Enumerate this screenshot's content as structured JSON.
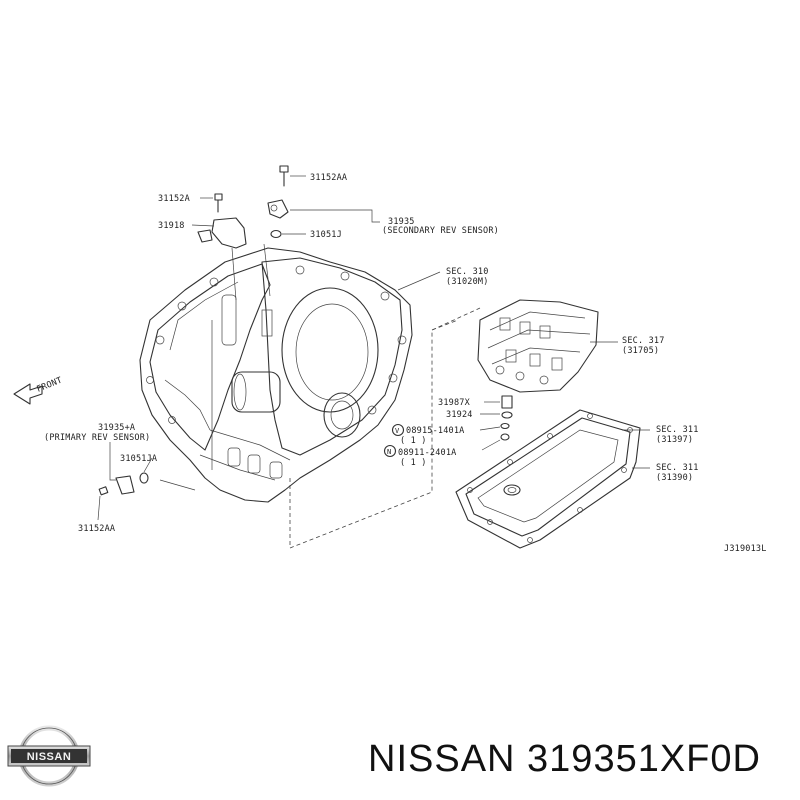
{
  "diagram": {
    "labels": {
      "l_31152AA_top": "31152AA",
      "l_31152A": "31152A",
      "l_31918": "31918",
      "l_31935": "31935",
      "l_secondary": "(SECONDARY REV SENSOR)",
      "l_31051J_top": "31051J",
      "l_sec310": "SEC. 310",
      "l_31020M": "(31020M)",
      "l_sec317": "SEC. 317",
      "l_31705": "(31705)",
      "l_front": "FRONT",
      "l_31935A": "31935+A",
      "l_primary": "(PRIMARY REV SENSOR)",
      "l_31051JA": "31051JA",
      "l_31152AA_bot": "31152AA",
      "l_31987X": "31987X",
      "l_31924": "31924",
      "l_08915": "08915-1401A",
      "l_08915_qty": "( 1 )",
      "l_08911": "08911-2401A",
      "l_08911_qty": "( 1 )",
      "l_sec311a": "SEC. 311",
      "l_31397": "(31397)",
      "l_sec311b": "SEC. 311",
      "l_31390": "(31390)",
      "l_ref": "J319013L"
    }
  },
  "footer": {
    "brand": "NISSAN",
    "caption": "NISSAN 319351XF0D"
  }
}
